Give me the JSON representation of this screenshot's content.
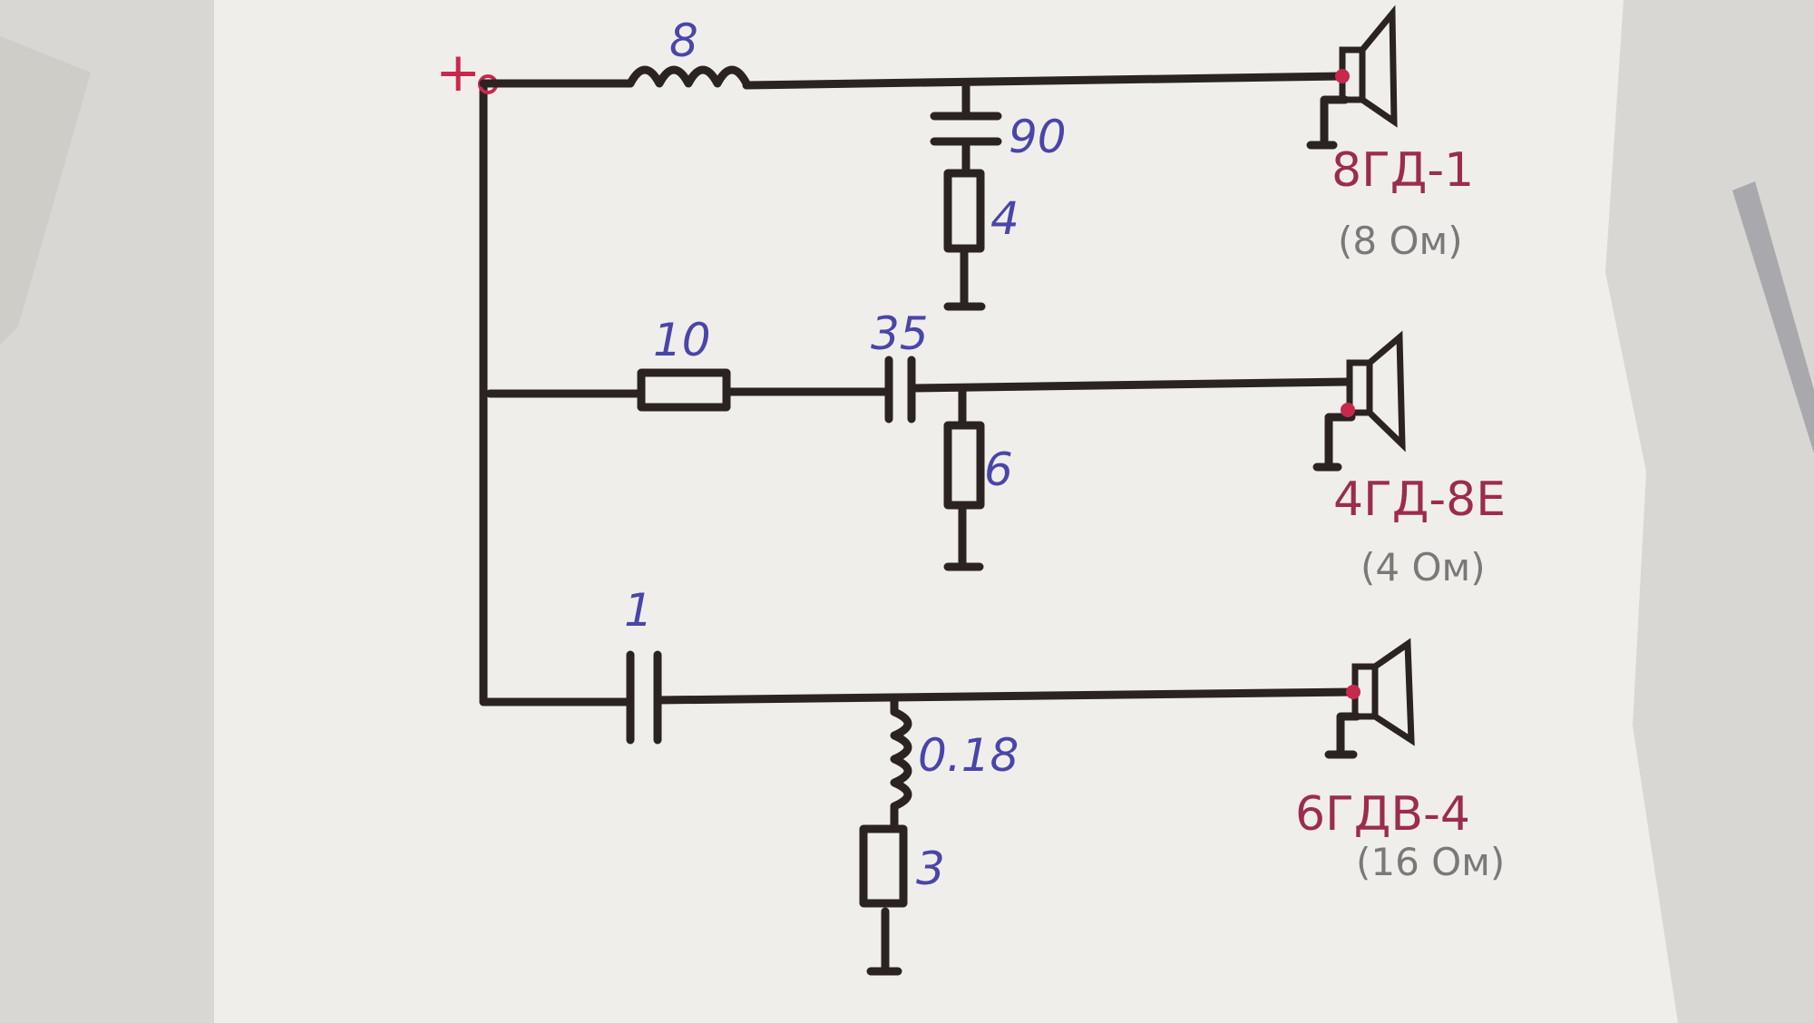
{
  "diagram": {
    "terminal": {
      "label": "+"
    },
    "branch_1": {
      "inductor_label": "8",
      "capacitor_label": "90",
      "resistor_label": "4",
      "speaker_model": "8ГД-1",
      "speaker_impedance": "(8 Ом)"
    },
    "branch_2": {
      "resistor_series_label": "10",
      "capacitor_label": "35",
      "resistor_shunt_label": "6",
      "speaker_model": "4ГД-8Е",
      "speaker_impedance": "(4 Ом)"
    },
    "branch_3": {
      "capacitor_label": "1",
      "inductor_label": "0.18",
      "resistor_label": "3",
      "speaker_model": "6ГДВ-4",
      "speaker_impedance": "(16 Ом)"
    },
    "colors": {
      "ink": "#2b2322",
      "values": "#4a45a8",
      "models": "#9c2c4c",
      "paper": "#efeeeb"
    }
  }
}
